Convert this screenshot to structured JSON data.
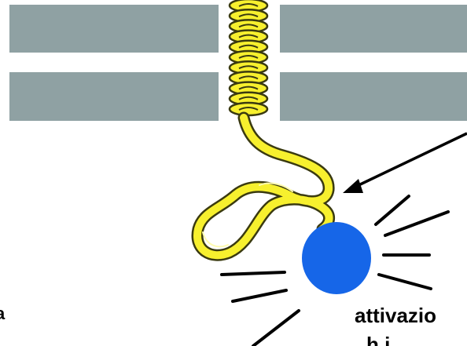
{
  "colors": {
    "membrane": "#8fa1a3",
    "helix": "#f7f02e",
    "helix_stroke": "#3a3a10",
    "effector": "#1666e8",
    "arrow": "#000000"
  },
  "icons": {
    "helix": "transmembrane-helix-icon",
    "effector": "blue-sphere-icon",
    "burst": "activation-burst-icon"
  },
  "labels": {
    "left": "a",
    "right_line1": "attivazio",
    "right_line2": "h   i"
  }
}
